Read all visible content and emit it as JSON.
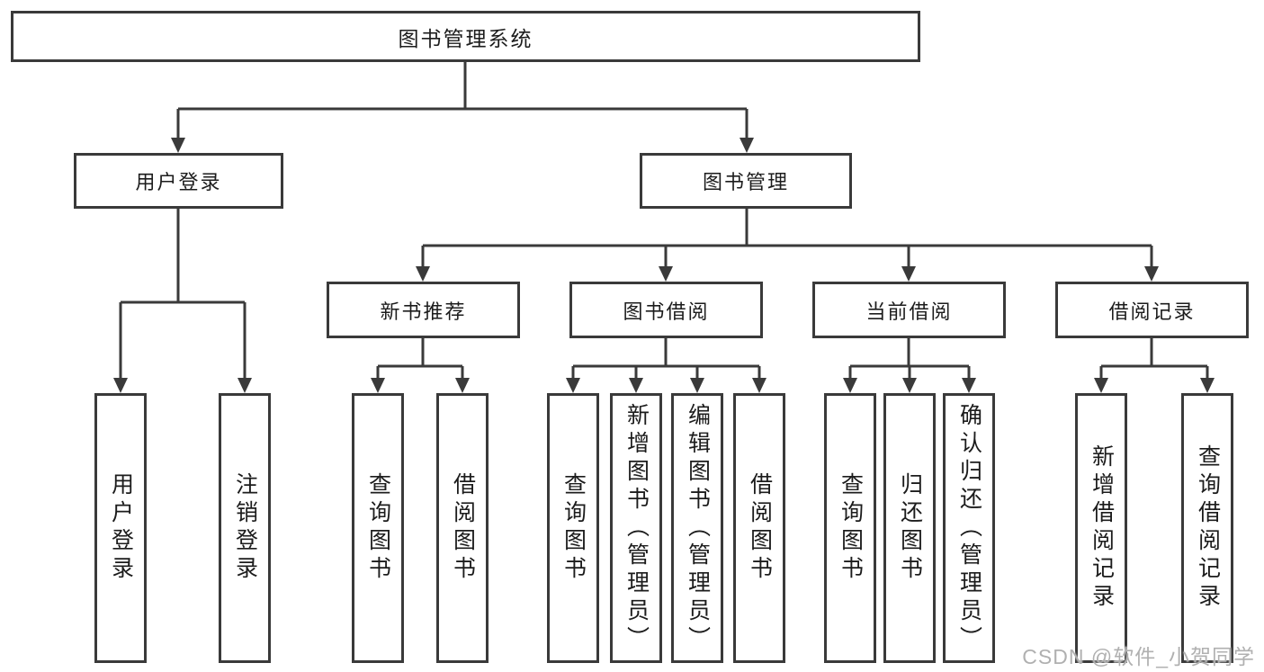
{
  "colors": {
    "line": "#3a3a3a",
    "text": "#1c1c1c",
    "box_background": "#ffffff",
    "page_background": "#ffffff",
    "watermark": "#b0b0b0"
  },
  "nodes": {
    "root": "图书管理系统",
    "user_login": "用户登录",
    "book_management": "图书管理",
    "user_children": [
      "用户登录",
      "注销登录"
    ],
    "sections": [
      "新书推荐",
      "图书借阅",
      "当前借阅",
      "借阅记录"
    ],
    "new_book_children": [
      "查询图书",
      "借阅图书"
    ],
    "book_borrow_children": [
      "查询图书",
      "新增图书（管理员）",
      "编辑图书（管理员）",
      "借阅图书"
    ],
    "current_borrow_children": [
      "查询图书",
      "归还图书",
      "确认归还（管理员）"
    ],
    "borrow_record_children": [
      "新增借阅记录",
      "查询借阅记录"
    ]
  },
  "watermark": "CSDN @软件_小贺同学"
}
